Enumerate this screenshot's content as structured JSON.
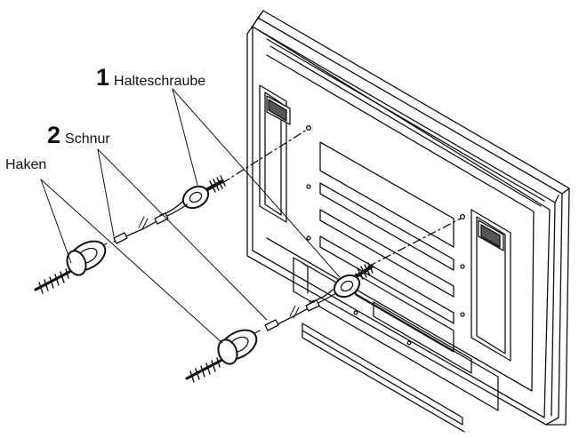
{
  "labels": {
    "retaining_screw": {
      "number": "1",
      "text": "Halteschraube"
    },
    "cord": {
      "number": "2",
      "text": "Schnur"
    },
    "hook": {
      "text": "Haken"
    }
  },
  "colors": {
    "line": "#111111",
    "fill": "#ffffff"
  }
}
